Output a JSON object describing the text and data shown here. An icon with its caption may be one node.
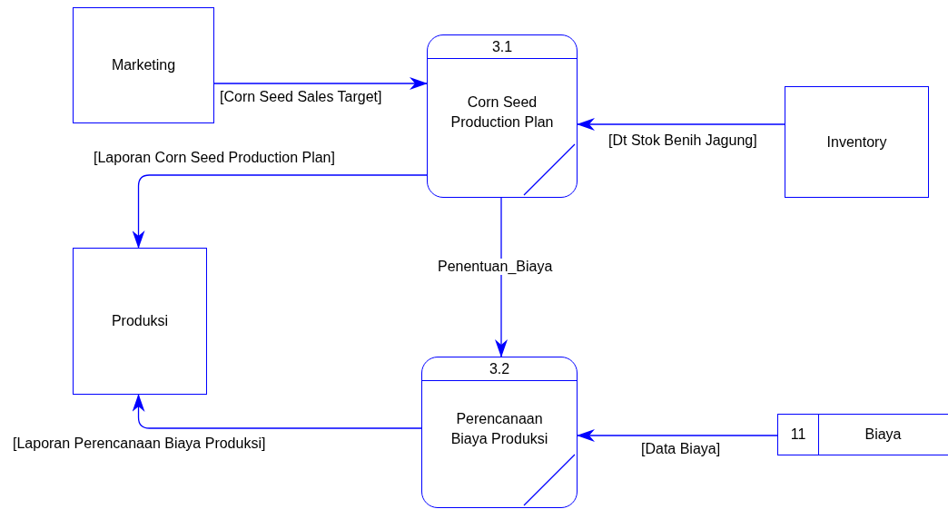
{
  "diagram": {
    "nodes": [
      {
        "text": [
          "Marketing"
        ]
      },
      {
        "text": [
          "3.1",
          "Corn Seed Production Plan"
        ]
      },
      {
        "text": [
          "Inventory"
        ]
      },
      {
        "text": [
          "Produksi"
        ]
      },
      {
        "text": [
          "3.2",
          "Perencanaan Biaya Produksi"
        ]
      },
      {
        "text": [
          "11",
          "Biaya"
        ]
      }
    ],
    "edges": [
      {
        "from": 0,
        "to": 1,
        "arrow": "to",
        "label": "[Corn Seed Sales Target]"
      },
      {
        "from": 2,
        "to": 1,
        "arrow": "to",
        "label": "[Dt Stok Benih Jagung]"
      },
      {
        "from": 1,
        "to": 3,
        "arrow": "to",
        "label": "[Laporan Corn Seed Production Plan]"
      },
      {
        "from": 1,
        "to": 4,
        "arrow": "to",
        "label": "Penentuan_Biaya"
      },
      {
        "from": 4,
        "to": 3,
        "arrow": "to",
        "label": "[Laporan Perencanaan Biaya Produksi]"
      },
      {
        "from": 5,
        "to": 4,
        "arrow": "to",
        "label": "[Data Biaya]"
      }
    ]
  }
}
